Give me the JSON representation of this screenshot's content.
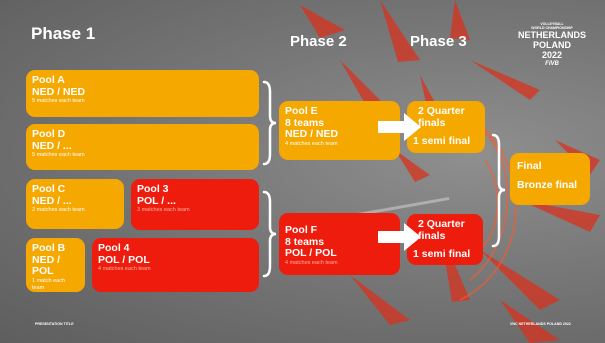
{
  "colors": {
    "yellow": "#f5a800",
    "red": "#ee1c0c",
    "background": "#7a7a7a",
    "text": "#ffffff"
  },
  "headings": {
    "phase1": "Phase 1",
    "phase2": "Phase 2",
    "phase3": "Phase 3"
  },
  "logo": {
    "event_line1": "VOLLEYBALL",
    "event_line2": "WORLD CHAMPIONSHIP",
    "country1": "NETHERLANDS",
    "country2": "POLAND",
    "year": "2022",
    "brand": "FIVB"
  },
  "pools": {
    "pool_a": {
      "title": "Pool A",
      "teams": "NED / NED",
      "matches": "5 matches each team"
    },
    "pool_d": {
      "title": "Pool D",
      "teams": "NED / ...",
      "matches": "5 matches each team"
    },
    "pool_c": {
      "title": "Pool C",
      "teams": "NED / ...",
      "matches": "2 matches each team"
    },
    "pool_3": {
      "title": "Pool 3",
      "teams": "POL / ...",
      "matches": "3 matches each team"
    },
    "pool_b": {
      "title": "Pool B",
      "teams_line1": "NED /",
      "teams_line2": "POL",
      "matches_line1": "1 match each",
      "matches_line2": "team"
    },
    "pool_4": {
      "title": "Pool 4",
      "teams": "POL / POL",
      "matches": "4 matches each team"
    }
  },
  "phase2": {
    "pool_e": {
      "title": "Pool E",
      "size": "8 teams",
      "teams": "NED / NED",
      "matches": "4 matches each team"
    },
    "pool_f": {
      "title": "Pool F",
      "size": "8 teams",
      "teams": "POL / POL",
      "matches": "4 matches each team"
    }
  },
  "phase3": {
    "upper": {
      "line1": "2 Quarter",
      "line2": "finals",
      "semi": "1 semi final"
    },
    "lower": {
      "line1": "2 Quarter",
      "line2": "finals",
      "semi": "1 semi final"
    }
  },
  "finals": {
    "final": "Final",
    "bronze": "Bronze final"
  },
  "footer": {
    "left": "PRESENTATION TITLE",
    "right": "VNC NETHERLANDS POLAND 2022"
  }
}
